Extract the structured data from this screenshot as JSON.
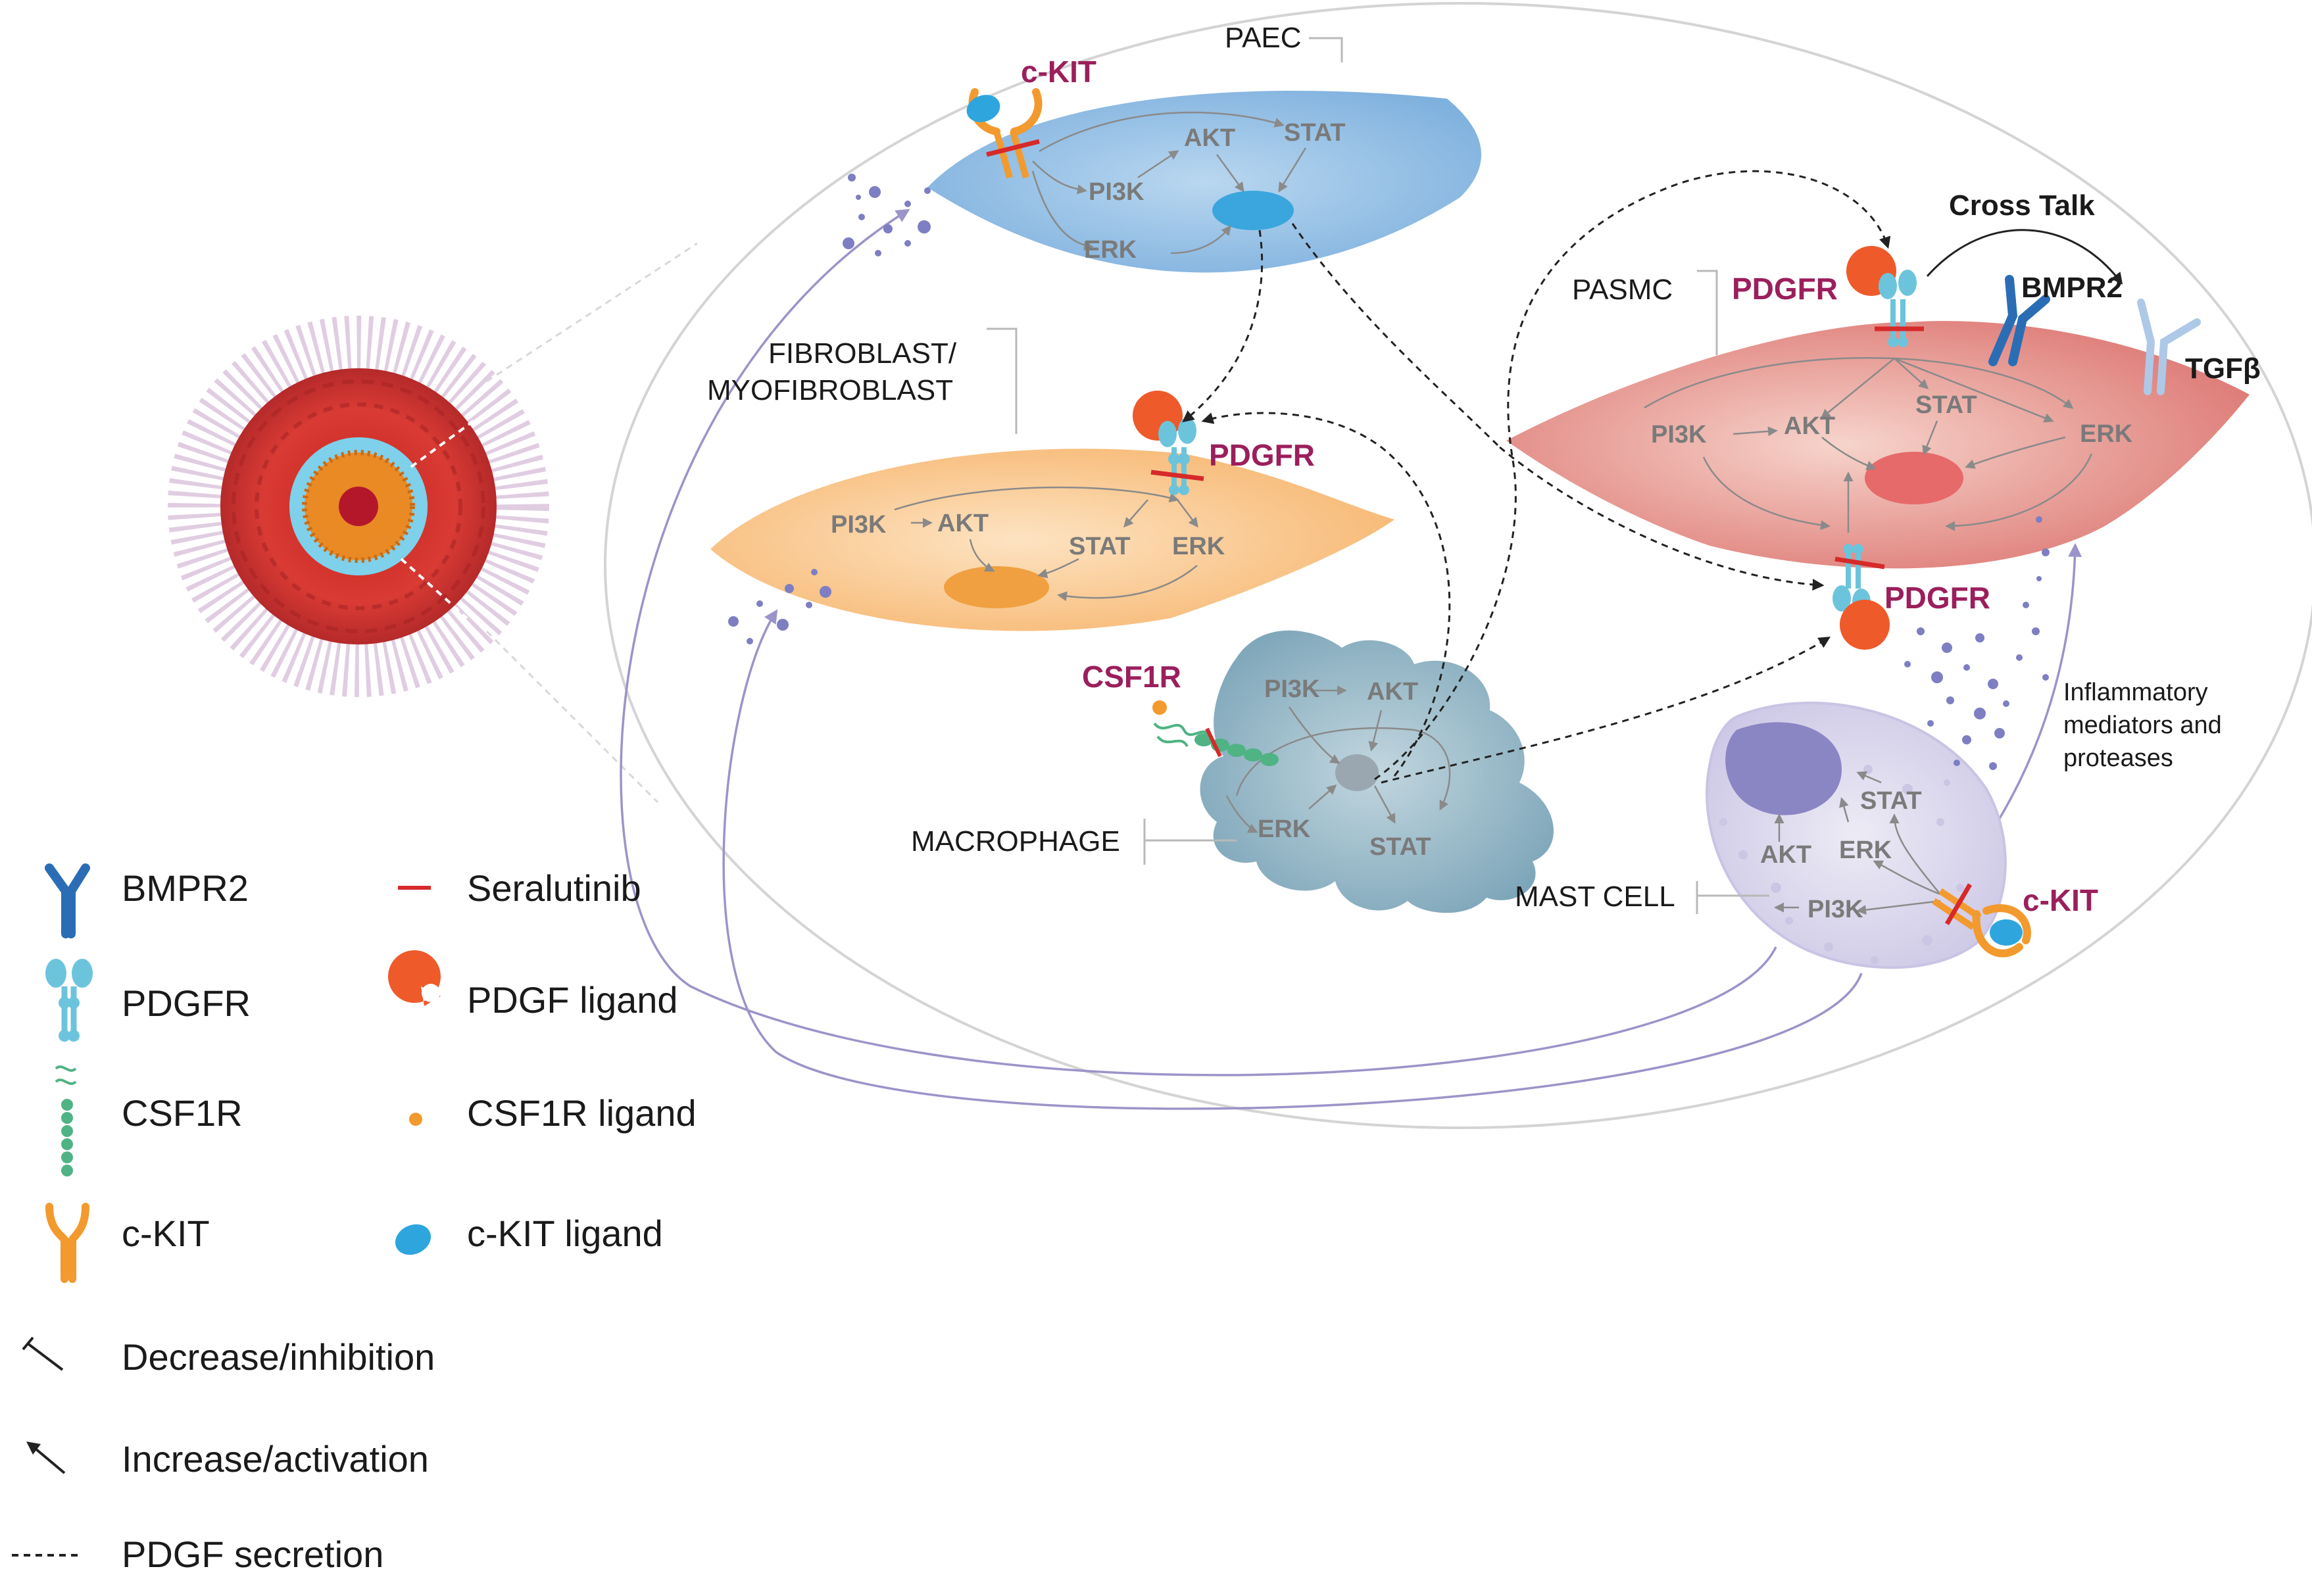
{
  "cells": {
    "paec": {
      "label": "PAEC",
      "receptor": "c-KIT",
      "path": [
        "PI3K",
        "AKT",
        "STAT",
        "ERK"
      ]
    },
    "fibroblast": {
      "label_line1": "FIBROBLAST/",
      "label_line2": "MYOFIBROBLAST",
      "receptor": "PDGFR",
      "path": [
        "PI3K",
        "AKT",
        "STAT",
        "ERK"
      ]
    },
    "macrophage": {
      "label": "MACROPHAGE",
      "receptor": "CSF1R",
      "path": [
        "PI3K",
        "AKT",
        "ERK",
        "STAT"
      ]
    },
    "pasmc": {
      "label": "PASMC",
      "receptor_top": "PDGFR",
      "receptor_bottom": "PDGFR",
      "bmpr2": "BMPR2",
      "tgf": "TGFβ",
      "cross_talk": "Cross Talk",
      "path": [
        "PI3K",
        "AKT",
        "STAT",
        "ERK"
      ]
    },
    "mast": {
      "label": "MAST CELL",
      "receptor": "c-KIT",
      "path": [
        "STAT",
        "AKT",
        "ERK",
        "PI3K"
      ]
    }
  },
  "inflammatory": {
    "line1": "Inflammatory",
    "line2": "mediators and",
    "line3": "proteases"
  },
  "legend": {
    "bmpr2": "BMPR2",
    "pdgfr": "PDGFR",
    "csf1r": "CSF1R",
    "ckit": "c-KIT",
    "seralutinib": "Seralutinib",
    "pdgf_ligand": "PDGF ligand",
    "csf1r_ligand": "CSF1R ligand",
    "ckit_ligand": "c-KIT ligand",
    "decrease": "Decrease/inhibition",
    "increase": "Increase/activation",
    "secretion": "PDGF secretion"
  },
  "colors": {
    "receptor_text": "#9b1f5c",
    "seralutinib": "#d62a2a",
    "pdgf_ligand": "#ee5a2a",
    "ckit_ligand": "#2ea6dd",
    "csf1r_ligand": "#f29a2e",
    "bmpr2": "#2a6db5",
    "pdgfr": "#6cc4dc",
    "csf1r": "#4fb384",
    "ckit": "#f29a2e"
  }
}
